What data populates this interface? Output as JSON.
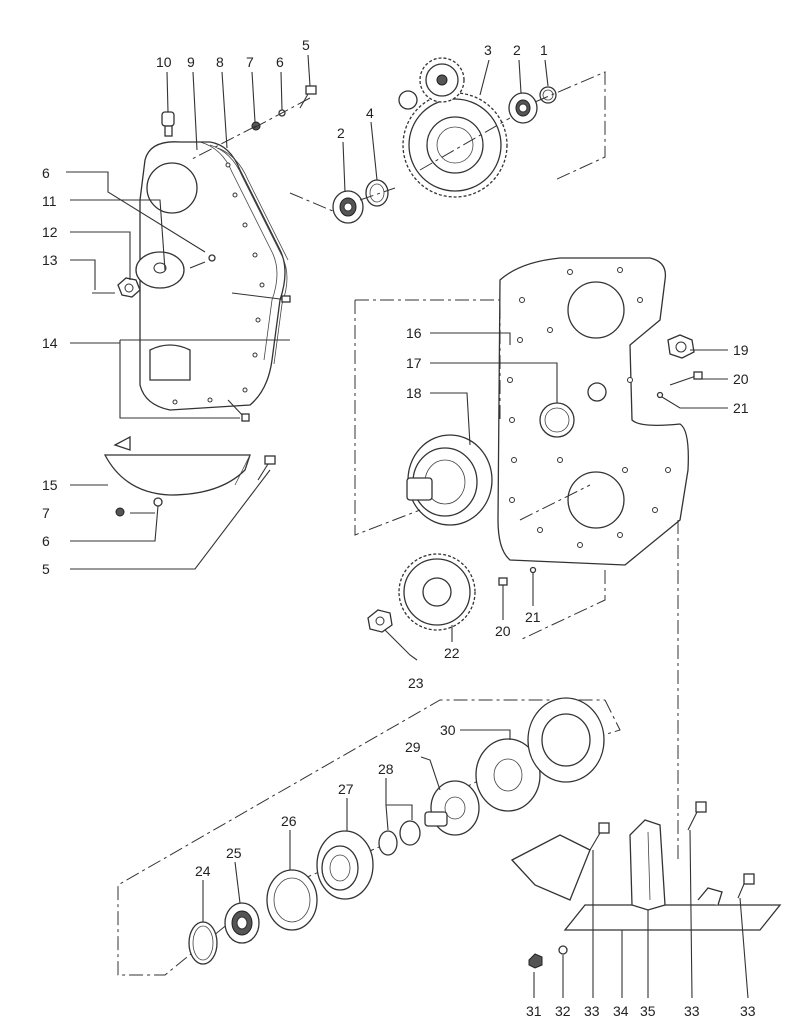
{
  "diagram": {
    "callouts": [
      {
        "id": "c1",
        "text": "1"
      },
      {
        "id": "c2a",
        "text": "2"
      },
      {
        "id": "c2b",
        "text": "2"
      },
      {
        "id": "c3",
        "text": "3"
      },
      {
        "id": "c4",
        "text": "4"
      },
      {
        "id": "c5a",
        "text": "5"
      },
      {
        "id": "c6a",
        "text": "6"
      },
      {
        "id": "c7a",
        "text": "7"
      },
      {
        "id": "c8",
        "text": "8"
      },
      {
        "id": "c9",
        "text": "9"
      },
      {
        "id": "c10",
        "text": "10"
      },
      {
        "id": "c6b",
        "text": "6"
      },
      {
        "id": "c11",
        "text": "11"
      },
      {
        "id": "c12",
        "text": "12"
      },
      {
        "id": "c13",
        "text": "13"
      },
      {
        "id": "c14",
        "text": "14"
      },
      {
        "id": "c15",
        "text": "15"
      },
      {
        "id": "c7b",
        "text": "7"
      },
      {
        "id": "c6c",
        "text": "6"
      },
      {
        "id": "c5b",
        "text": "5"
      },
      {
        "id": "c16",
        "text": "16"
      },
      {
        "id": "c17",
        "text": "17"
      },
      {
        "id": "c18",
        "text": "18"
      },
      {
        "id": "c19",
        "text": "19"
      },
      {
        "id": "c20a",
        "text": "20"
      },
      {
        "id": "c21a",
        "text": "21"
      },
      {
        "id": "c20b",
        "text": "20"
      },
      {
        "id": "c21b",
        "text": "21"
      },
      {
        "id": "c22",
        "text": "22"
      },
      {
        "id": "c23",
        "text": "23"
      },
      {
        "id": "c24",
        "text": "24"
      },
      {
        "id": "c25",
        "text": "25"
      },
      {
        "id": "c26",
        "text": "26"
      },
      {
        "id": "c27",
        "text": "27"
      },
      {
        "id": "c28",
        "text": "28"
      },
      {
        "id": "c29",
        "text": "29"
      },
      {
        "id": "c30",
        "text": "30"
      },
      {
        "id": "c31",
        "text": "31"
      },
      {
        "id": "c32",
        "text": "32"
      },
      {
        "id": "c33a",
        "text": "33"
      },
      {
        "id": "c34",
        "text": "34"
      },
      {
        "id": "c35",
        "text": "35"
      },
      {
        "id": "c33b",
        "text": "33"
      },
      {
        "id": "c33c",
        "text": "33"
      }
    ]
  }
}
